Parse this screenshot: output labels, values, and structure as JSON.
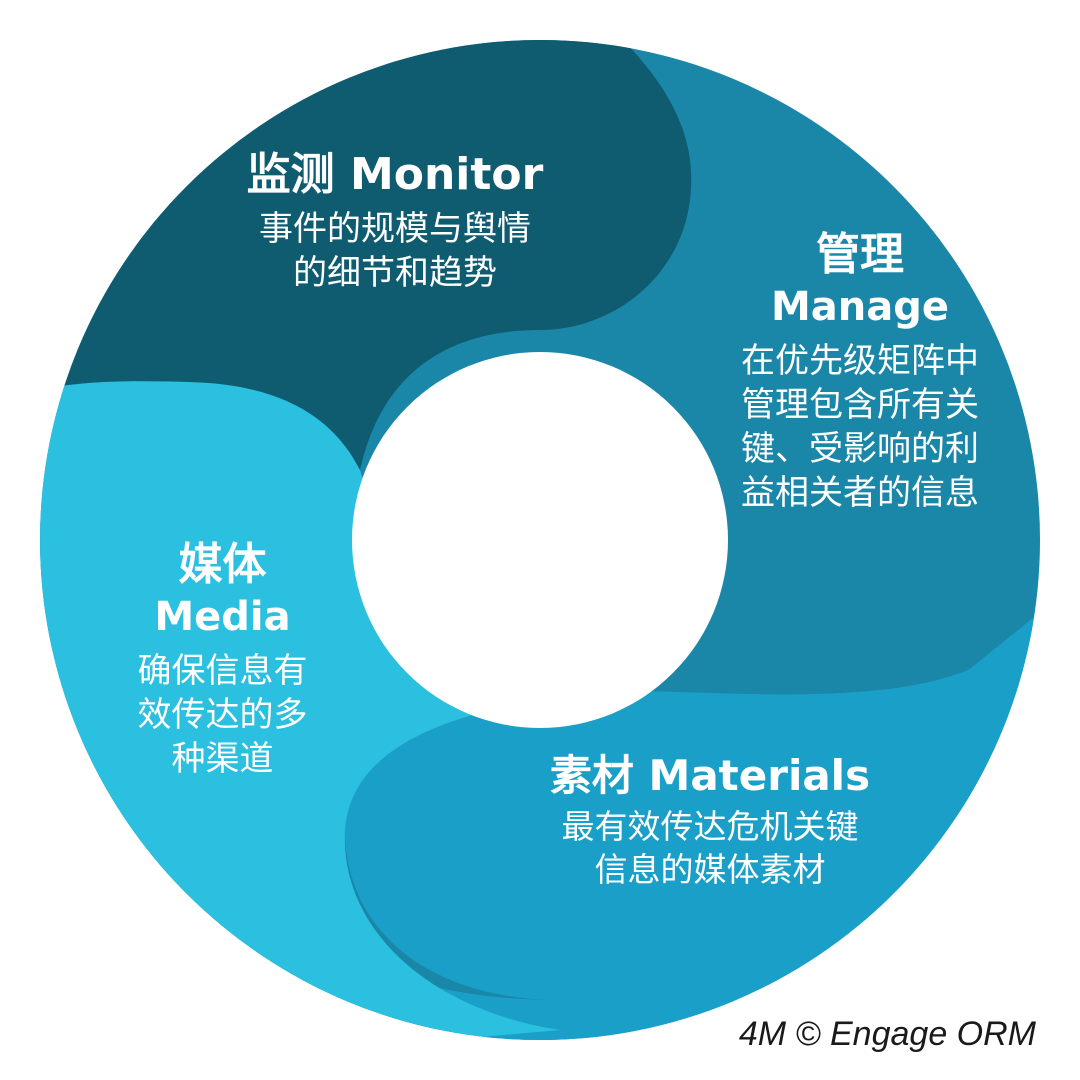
{
  "colors": {
    "monitor": "#0f5b70",
    "manage": "#1a87a8",
    "media": "#2bbfe0",
    "materials": "#1aa0c8",
    "background": "#ffffff"
  },
  "segments": [
    {
      "id": "monitor",
      "title": "监测 Monitor",
      "description_lines": [
        "事件的规模与舆情",
        "的细节和趋势"
      ]
    },
    {
      "id": "manage",
      "title": "管理",
      "subtitle": "Manage",
      "description_lines": [
        "在优先级矩阵中",
        "管理包含所有关",
        "键、受影响的利",
        "益相关者的信息"
      ]
    },
    {
      "id": "media",
      "title": "媒体",
      "subtitle": "Media",
      "description_lines": [
        "确保信息有",
        "效传达的多",
        "种渠道"
      ]
    },
    {
      "id": "materials",
      "title": "素材 Materials",
      "description_lines": [
        "最有效传达危机关键",
        "信息的媒体素材"
      ]
    }
  ],
  "copyright": "4M © Engage ORM"
}
